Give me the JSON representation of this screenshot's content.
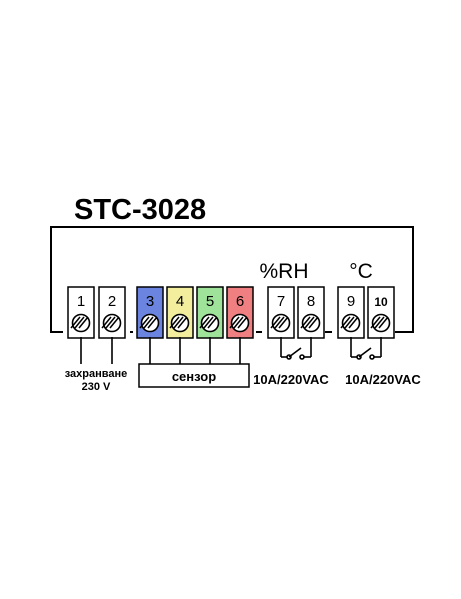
{
  "title": "STC-3028",
  "group_labels": {
    "humidity": "%RH",
    "temperature": "°C"
  },
  "terminals": [
    {
      "number": "1",
      "color": "#ffffff"
    },
    {
      "number": "2",
      "color": "#ffffff"
    },
    {
      "number": "3",
      "color": "#6a84e0"
    },
    {
      "number": "4",
      "color": "#f2ee9e"
    },
    {
      "number": "5",
      "color": "#9fe39a"
    },
    {
      "number": "6",
      "color": "#ef7f80"
    },
    {
      "number": "7",
      "color": "#ffffff"
    },
    {
      "number": "8",
      "color": "#ffffff"
    },
    {
      "number": "9",
      "color": "#ffffff"
    },
    {
      "number": "10",
      "color": "#ffffff"
    }
  ],
  "power_label": {
    "line1": "захранване",
    "line2": "230 V"
  },
  "sensor_label": "сензор",
  "relay_rating_humidity": "10A/220VAC",
  "relay_rating_temperature": "10A/220VAC"
}
